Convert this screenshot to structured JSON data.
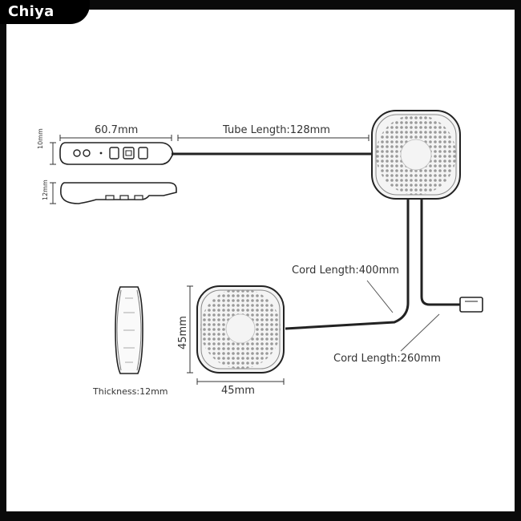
{
  "brand": {
    "name": "Chiya"
  },
  "dimensions": {
    "remote_length": "60.7mm",
    "tube_length": "Tube Length:128mm",
    "remote_height_top": "10mm",
    "remote_height_side": "12mm",
    "cord_length_long": "Cord Length:400mm",
    "cord_length_short": "Cord Length:260mm",
    "speaker_width": "45mm",
    "speaker_height": "45mm",
    "thickness": "Thickness:12mm"
  },
  "colors": {
    "background": "#ffffff",
    "frame": "#0a0a0a",
    "line": "#222222",
    "speaker_fill": "#f4f4f4",
    "speaker_dots": "#9a9a9a"
  }
}
